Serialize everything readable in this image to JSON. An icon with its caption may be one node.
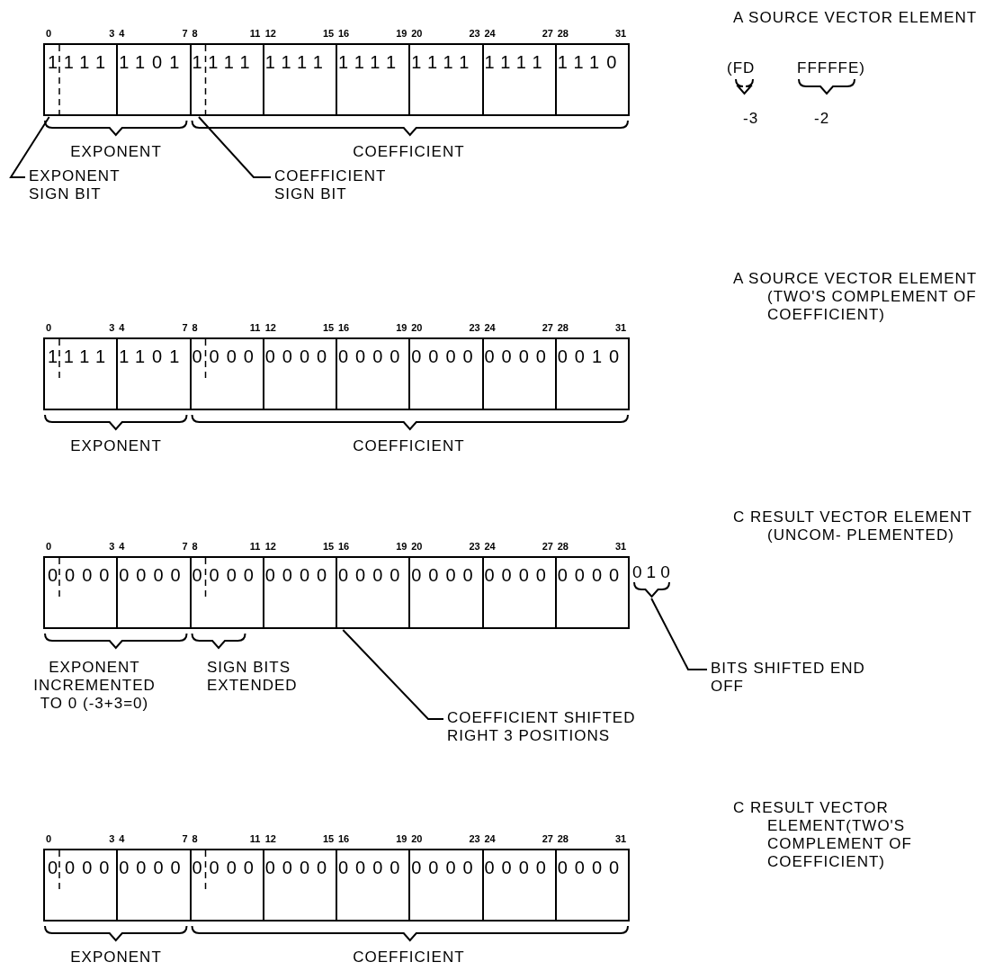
{
  "diagram": {
    "nodes": [
      {
        "text": [
          "1111"
        ]
      },
      {
        "text": [
          "1101"
        ]
      },
      {
        "text": [
          "1111"
        ]
      },
      {
        "text": [
          "1111"
        ]
      },
      {
        "text": [
          "1111"
        ]
      },
      {
        "text": [
          "1111"
        ]
      },
      {
        "text": [
          "1111"
        ]
      },
      {
        "text": [
          "1110"
        ]
      },
      {
        "text": [
          "EXPONENT SIGN BIT"
        ]
      },
      {
        "text": [
          "COEFFICIENT SIGN BIT"
        ]
      },
      {
        "text": [
          "1111"
        ]
      },
      {
        "text": [
          "1101"
        ]
      },
      {
        "text": [
          "0000"
        ]
      },
      {
        "text": [
          "0000"
        ]
      },
      {
        "text": [
          "0000"
        ]
      },
      {
        "text": [
          "0000"
        ]
      },
      {
        "text": [
          "0000"
        ]
      },
      {
        "text": [
          "0010"
        ]
      },
      {
        "text": [
          "0000"
        ]
      },
      {
        "text": [
          "0000"
        ]
      },
      {
        "text": [
          "0000"
        ]
      },
      {
        "text": [
          "0000"
        ]
      },
      {
        "text": [
          "0000"
        ]
      },
      {
        "text": [
          "0000"
        ]
      },
      {
        "text": [
          "0000"
        ]
      },
      {
        "text": [
          "0000"
        ]
      },
      {
        "text": [
          "010"
        ]
      },
      {
        "text": [
          "BITS SHIFTED END OFF"
        ]
      },
      {
        "text": [
          "COEFFICIENT SHIFTED RIGHT 3 POSITIONS"
        ]
      },
      {
        "text": [
          "0000"
        ]
      },
      {
        "text": [
          "0000"
        ]
      },
      {
        "text": [
          "0000"
        ]
      },
      {
        "text": [
          "0000"
        ]
      },
      {
        "text": [
          "0000"
        ]
      },
      {
        "text": [
          "0000"
        ]
      },
      {
        "text": [
          "0000"
        ]
      },
      {
        "text": [
          "0000"
        ]
      }
    ],
    "edges": [
      {
        "from": 8,
        "to": 0,
        "arrow": "none"
      },
      {
        "from": 9,
        "to": 2,
        "arrow": "none"
      },
      {
        "from": 27,
        "to": 26,
        "arrow": "none"
      },
      {
        "from": 28,
        "to": 22,
        "arrow": "none"
      }
    ],
    "labels": [
      "0",
      "3",
      "4",
      "7",
      "8",
      "11",
      "12",
      "15",
      "16",
      "19",
      "20",
      "23",
      "24",
      "27",
      "28",
      "31",
      "A SOURCE VECTOR ELEMENT",
      "(FD",
      "FFFFFE)",
      "-3",
      "-2",
      "EXPONENT",
      "COEFFICIENT",
      "0",
      "3",
      "4",
      "7",
      "8",
      "11",
      "12",
      "15",
      "16",
      "19",
      "20",
      "23",
      "24",
      "27",
      "28",
      "31",
      "A SOURCE VECTOR ELEMENT (TWO'S COMPLEMENT OF COEFFICIENT)",
      "EXPONENT",
      "COEFFICIENT",
      "0",
      "3",
      "4",
      "7",
      "8",
      "11",
      "12",
      "15",
      "16",
      "19",
      "20",
      "23",
      "24",
      "27",
      "28",
      "31",
      "C RESULT VECTOR ELEMENT (UNCOM- PLEMENTED)",
      "EXPONENT INCREMENTED TO 0 (-3+3=0)",
      "SIGN BITS EXTENDED",
      "0",
      "3",
      "4",
      "7",
      "8",
      "11",
      "12",
      "15",
      "16",
      "19",
      "20",
      "23",
      "24",
      "27",
      "28",
      "31",
      "C RESULT VECTOR ELEMENT(TWO'S COMPLEMENT OF COEFFICIENT)",
      "EXPONENT",
      "COEFFICIENT"
    ]
  }
}
